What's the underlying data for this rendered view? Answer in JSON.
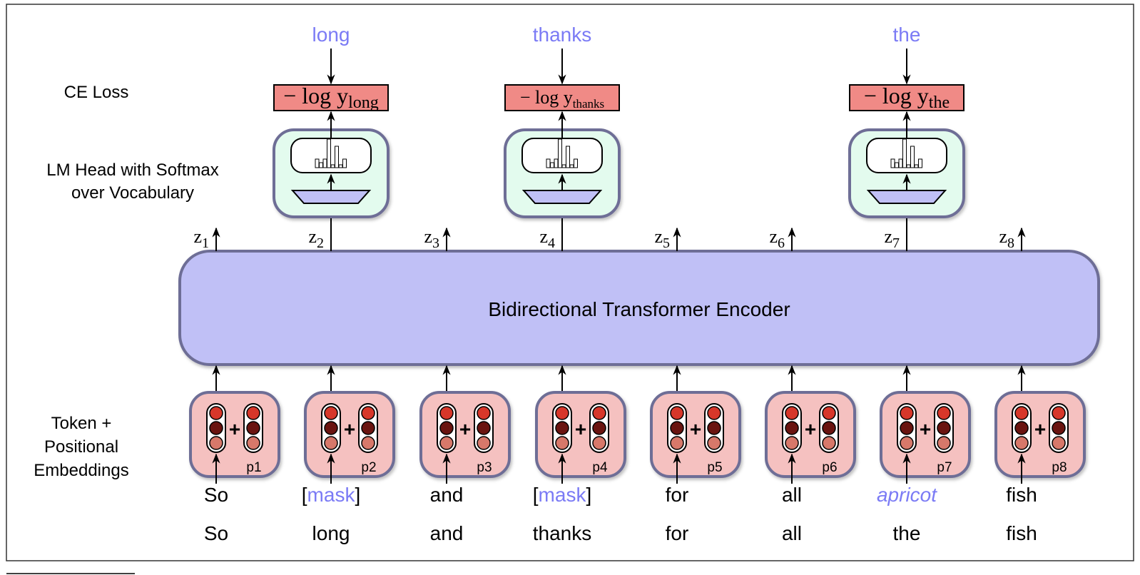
{
  "row_labels": {
    "ce_loss": "CE Loss",
    "lm_head_line1": "LM Head with Softmax",
    "lm_head_line2": "over Vocabulary",
    "embeddings_line1": "Token +",
    "embeddings_line2": "Positional",
    "embeddings_line3": "Embeddings"
  },
  "encoder": {
    "label": "Bidirectional Transformer Encoder"
  },
  "colors": {
    "highlight_text": "#7b7bf5",
    "encoder_fill": "#c0c0f6",
    "encoder_stroke": "#6e6e96",
    "lm_head_fill": "#e3fbee",
    "loss_fill": "#f08a86",
    "embedding_fill": "#f5c1c0",
    "dot_top": "#d7372a",
    "dot_mid": "#6a1410",
    "dot_bottom": "#d7786a",
    "projection_fill": "#c0c0f6"
  },
  "outputs": [
    {
      "index": 2,
      "target": "long",
      "loss_prefix": "− log y",
      "loss_subscript": "long"
    },
    {
      "index": 4,
      "target": "thanks",
      "loss_prefix": "− log y",
      "loss_subscript": "thanks"
    },
    {
      "index": 7,
      "target": "the",
      "loss_prefix": "− log y",
      "loss_subscript": "the"
    }
  ],
  "positions": [
    {
      "z": "z",
      "z_sub": "1",
      "p": "p1",
      "input": "So",
      "input_style": "plain",
      "original": "So"
    },
    {
      "z": "z",
      "z_sub": "2",
      "p": "p2",
      "input": "mask",
      "input_style": "mask",
      "original": "long"
    },
    {
      "z": "z",
      "z_sub": "3",
      "p": "p3",
      "input": "and",
      "input_style": "plain",
      "original": "and"
    },
    {
      "z": "z",
      "z_sub": "4",
      "p": "p4",
      "input": "mask",
      "input_style": "mask",
      "original": "thanks"
    },
    {
      "z": "z",
      "z_sub": "5",
      "p": "p5",
      "input": "for",
      "input_style": "plain",
      "original": "for"
    },
    {
      "z": "z",
      "z_sub": "6",
      "p": "p6",
      "input": "all",
      "input_style": "plain",
      "original": "all"
    },
    {
      "z": "z",
      "z_sub": "7",
      "p": "p7",
      "input": "apricot",
      "input_style": "replaced",
      "original": "the"
    },
    {
      "z": "z",
      "z_sub": "8",
      "p": "p8",
      "input": "fish",
      "input_style": "plain",
      "original": "fish"
    }
  ],
  "mask_brackets": {
    "open": "[",
    "close": "]"
  },
  "plus_sign": "+"
}
